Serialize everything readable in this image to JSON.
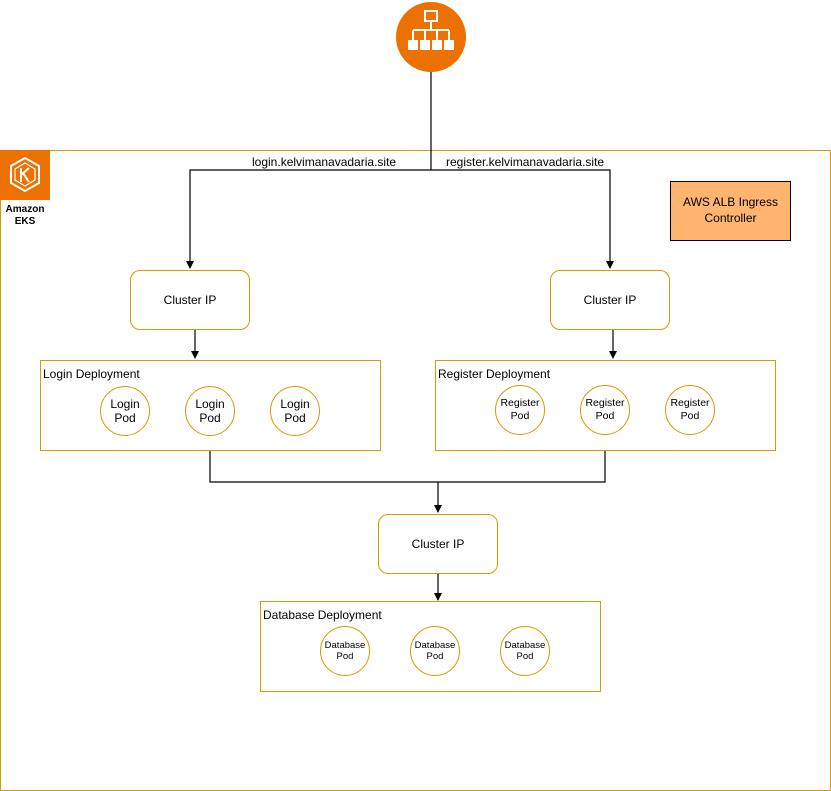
{
  "eks": {
    "label_line1": "Amazon",
    "label_line2": "EKS"
  },
  "alb_controller": {
    "line1": "AWS ALB Ingress",
    "line2": "Controller"
  },
  "routes": {
    "login": "login.kelvimanavadaria.site",
    "register": "register.kelvimanavadaria.site"
  },
  "login_cluster": {
    "label": "Cluster IP"
  },
  "register_cluster": {
    "label": "Cluster IP"
  },
  "db_cluster": {
    "label": "Cluster IP"
  },
  "login_deployment": {
    "title": "Login Deployment",
    "pods": [
      {
        "line1": "Login",
        "line2": "Pod"
      },
      {
        "line1": "Login",
        "line2": "Pod"
      },
      {
        "line1": "Login",
        "line2": "Pod"
      }
    ]
  },
  "register_deployment": {
    "title": "Register Deployment",
    "pods": [
      {
        "line1": "Register",
        "line2": "Pod"
      },
      {
        "line1": "Register",
        "line2": "Pod"
      },
      {
        "line1": "Register",
        "line2": "Pod"
      }
    ]
  },
  "database_deployment": {
    "title": "Database Deployment",
    "pods": [
      {
        "line1": "Database",
        "line2": "Pod"
      },
      {
        "line1": "Database",
        "line2": "Pod"
      },
      {
        "line1": "Database",
        "line2": "Pod"
      }
    ]
  },
  "colors": {
    "aws_orange": "#ed7100",
    "border_orange": "#d79b00",
    "controller_fill": "#ffb570"
  },
  "icons": {
    "load_balancer": "load-balancer-icon",
    "eks": "eks-icon"
  }
}
